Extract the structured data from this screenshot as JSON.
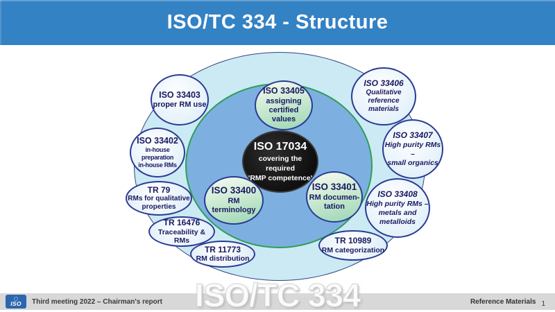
{
  "header": {
    "title": "ISO/TC 334 - Structure"
  },
  "diagram": {
    "center_bubble": {
      "title": "ISO 17034",
      "line1": "covering the required",
      "line2": "'RMP competence'"
    },
    "bubbles": [
      {
        "id": "iso-33403",
        "title": "ISO 33403",
        "lines": [
          "proper RM use"
        ],
        "style": "light"
      },
      {
        "id": "iso-33405",
        "title": "ISO 33405",
        "lines": [
          "assigning",
          "certified values"
        ],
        "style": "green"
      },
      {
        "id": "iso-33406",
        "title": "ISO 33406",
        "lines": [
          "Qualitative",
          "reference materials"
        ],
        "style": "light-italic"
      },
      {
        "id": "iso-33402",
        "title": "ISO 33402",
        "lines": [
          "in-house preparation",
          "in-house RMs"
        ],
        "style": "light"
      },
      {
        "id": "iso-33407",
        "title": "ISO 33407",
        "lines": [
          "High purity RMs –",
          "small organics"
        ],
        "style": "light-italic"
      },
      {
        "id": "tr-79",
        "title": "TR 79",
        "lines": [
          "RMs for qualitative",
          "properties"
        ],
        "style": "light"
      },
      {
        "id": "iso-33400",
        "title": "ISO 33400",
        "lines": [
          "RM terminology"
        ],
        "style": "green"
      },
      {
        "id": "iso-33401",
        "title": "ISO 33401",
        "lines": [
          "RM documen-",
          "tation"
        ],
        "style": "green"
      },
      {
        "id": "iso-33408",
        "title": "ISO 33408",
        "lines": [
          "High purity RMs –",
          "metals and",
          "metalloids"
        ],
        "style": "light-italic"
      },
      {
        "id": "tr-16476",
        "title": "TR 16476",
        "lines": [
          "Traceability & RMs"
        ],
        "style": "light"
      },
      {
        "id": "tr-11773",
        "title": "TR 11773",
        "lines": [
          "RM distribution"
        ],
        "style": "light"
      },
      {
        "id": "tr-10989",
        "title": "TR 10989",
        "lines": [
          "RM categorization"
        ],
        "style": "light"
      }
    ]
  },
  "watermark": "ISO/TC 334",
  "footer": {
    "logo_text": "ISO",
    "left_text": "Third meeting 2022 – Chairman's report",
    "right_text": "Reference Materials",
    "page_number": "1"
  },
  "colors": {
    "header_blue": "#3382c4",
    "outer_ellipse_fill": "#cbeaf3",
    "inner_circle_fill": "#7db0e0",
    "inner_circle_border_green": "#2f9e57",
    "bubble_border_navy": "#2b3a92",
    "bubble_text_navy": "#191960",
    "green_bubble_fill": "#a0d8b8",
    "center_bubble_black": "#0d0d0d",
    "footer_gray": "#d8d8d8",
    "logo_blue": "#2c66ae"
  }
}
